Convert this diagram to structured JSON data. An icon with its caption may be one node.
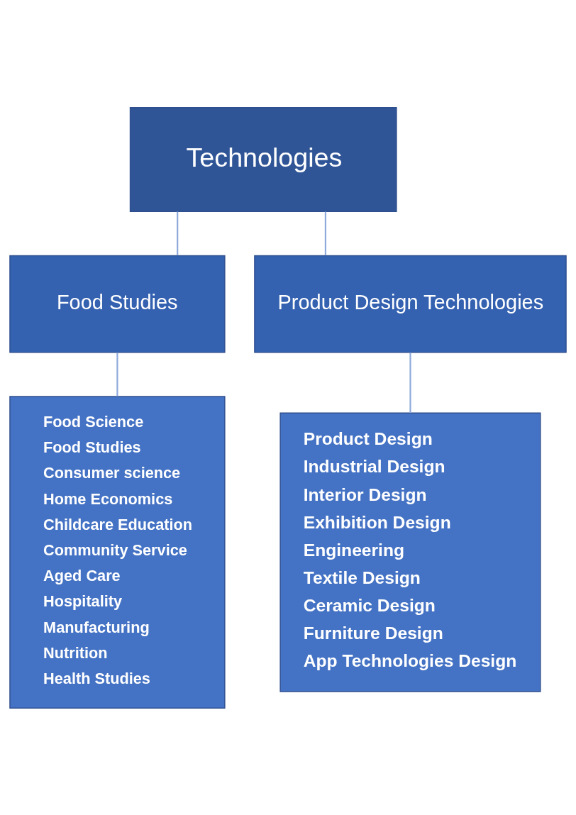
{
  "diagram": {
    "nodes": [
      {
        "text": [
          "Technologies"
        ]
      },
      {
        "text": [
          "Food Studies"
        ]
      },
      {
        "text": [
          "Product Design Technologies"
        ]
      },
      {
        "text": [
          "Food Science",
          "Food Studies",
          "Consumer science",
          "Home Economics",
          "Childcare Education",
          "Community Service",
          "Aged Care",
          "Hospitality",
          "Manufacturing",
          "Nutrition",
          "Health Studies"
        ]
      },
      {
        "text": [
          "Product Design",
          "Industrial Design",
          "Interior Design",
          "Exhibition Design",
          "Engineering",
          "Textile Design",
          "Ceramic Design",
          "Furniture Design",
          "App Technologies Design"
        ]
      }
    ],
    "edges": [
      {
        "from": 0,
        "to": 1,
        "arrow": "none"
      },
      {
        "from": 0,
        "to": 2,
        "arrow": "none"
      },
      {
        "from": 1,
        "to": 3,
        "arrow": "none"
      },
      {
        "from": 2,
        "to": 4,
        "arrow": "none"
      }
    ]
  }
}
